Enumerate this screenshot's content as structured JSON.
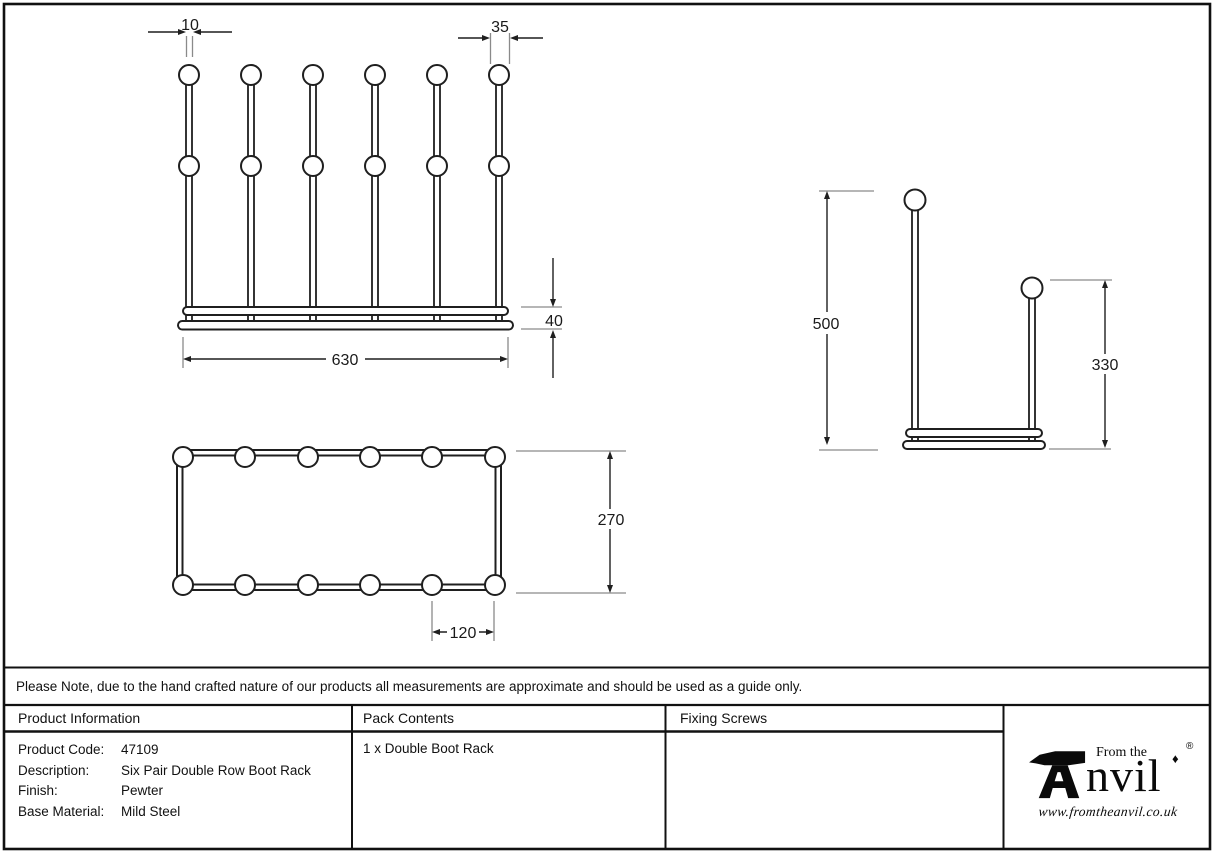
{
  "note": "Please Note, due to the hand crafted nature of our products all measurements are approximate and should be used as a guide only.",
  "dims": {
    "front_post_width": "10",
    "front_ball_diameter": "35",
    "front_base_height": "40",
    "front_overall_width": "630",
    "side_tall_height": "500",
    "side_short_height": "330",
    "plan_depth": "270",
    "plan_spacing": "120"
  },
  "table": {
    "product_info": {
      "header": "Product Information",
      "rows": [
        {
          "label": "Product Code:",
          "value": "47109"
        },
        {
          "label": "Description:",
          "value": "Six Pair Double Row Boot Rack"
        },
        {
          "label": "Finish:",
          "value": "Pewter"
        },
        {
          "label": "Base Material:",
          "value": "Mild Steel"
        }
      ]
    },
    "pack_contents": {
      "header": "Pack Contents",
      "item": "1 x Double Boot Rack"
    },
    "fixing_screws": {
      "header": "Fixing Screws"
    }
  },
  "logo": {
    "prefix": "From the",
    "name_rest": "nvil",
    "diamond": "♦",
    "registered": "®",
    "website": "www.fromtheanvil.co.uk"
  },
  "colors": {
    "line": "#1f1f1f",
    "ext_line": "#8a8a8a",
    "background": "#ffffff",
    "text": "#111111"
  }
}
